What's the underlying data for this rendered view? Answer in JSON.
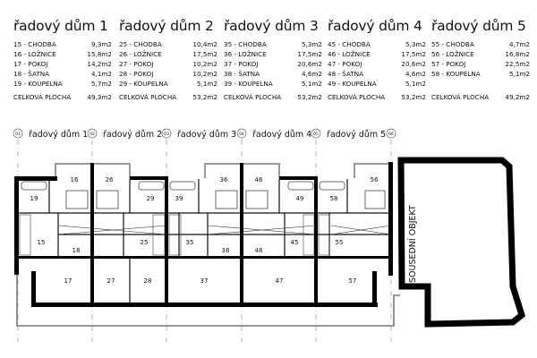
{
  "houses": [
    {
      "title": "řadový dům 1",
      "rooms": [
        {
          "label": "15 - CHODBA",
          "area": "9,3m2"
        },
        {
          "label": "16 - LOŽNICE",
          "area": "15,8m2"
        },
        {
          "label": "17 - POKOJ",
          "area": "14,2m2"
        },
        {
          "label": "18 - ŠATNA",
          "area": "4,1m2"
        },
        {
          "label": "19 - KOUPELNA",
          "area": "5,7m2"
        }
      ],
      "total_label": "CELKOVÁ PLOCHA",
      "total": "49,3m2"
    },
    {
      "title": "řadový dům 2",
      "rooms": [
        {
          "label": "25 - CHODBA",
          "area": "10,4m2"
        },
        {
          "label": "26 - LOŽNICE",
          "area": "17,5m2"
        },
        {
          "label": "27 - POKOJ",
          "area": "10,2m2"
        },
        {
          "label": "28 - POKOJ",
          "area": "10,2m2"
        },
        {
          "label": "29 - KOUPELNA",
          "area": "5,1m2"
        }
      ],
      "total_label": "CELKOVÁ PLOCHA",
      "total": "53,2m2"
    },
    {
      "title": "řadový dům 3",
      "rooms": [
        {
          "label": "35 - CHODBA",
          "area": "5,3m2"
        },
        {
          "label": "36 - LOŽNICE",
          "area": "17,5m2"
        },
        {
          "label": "37 - POKOJ",
          "area": "20,6m2"
        },
        {
          "label": "38 - ŠATNA",
          "area": "4,6m2"
        },
        {
          "label": "39 - KOUPELNA",
          "area": "5,1m2"
        }
      ],
      "total_label": "CELKOVÁ PLOCHA",
      "total": "53,2m2"
    },
    {
      "title": "řadový dům 4",
      "rooms": [
        {
          "label": "45 - CHODBA",
          "area": "5,3m2"
        },
        {
          "label": "46 - LOŽNICE",
          "area": "17,5m2"
        },
        {
          "label": "47 - POKOJ",
          "area": "20,6m2"
        },
        {
          "label": "48 - ŠATNA",
          "area": "4,6m2"
        },
        {
          "label": "49 - KOUPELNA",
          "area": "5,1m2"
        }
      ],
      "total_label": "CELKOVÁ PLOCHA",
      "total": "53,2m2"
    },
    {
      "title": "řadový dům 5",
      "rooms": [
        {
          "label": "55 - CHODBA",
          "area": "4,7m2"
        },
        {
          "label": "56 - LOŽNICE",
          "area": "16,8m2"
        },
        {
          "label": "57 - POKOJ",
          "area": "22,5m2"
        },
        {
          "label": "58 - KOUPELNA",
          "area": "5,1m2"
        }
      ],
      "total_label": "CELKOVÁ PLOCHA",
      "total": "49,2m2"
    }
  ],
  "plan": {
    "axes": [
      "01",
      "02",
      "03",
      "04",
      "05",
      "06"
    ],
    "house_labels": [
      "řadový dům 1",
      "řadový dům 2",
      "řadový dům 3",
      "řadový dům 4",
      "řadový dům 5"
    ],
    "rooms": {
      "r15": "15",
      "r16": "16",
      "r17": "17",
      "r18": "18",
      "r19": "19",
      "r25": "25",
      "r26": "26",
      "r27": "27",
      "r28": "28",
      "r29": "29",
      "r35": "35",
      "r36": "36",
      "r37": "37",
      "r38": "38",
      "r39": "39",
      "r45": "45",
      "r46": "46",
      "r47": "47",
      "r48": "48",
      "r49": "49",
      "r55": "55",
      "r56": "56",
      "r57": "57",
      "r58": "58"
    },
    "neighbor_label": "SOUSEDNÍ OBJEKT"
  }
}
